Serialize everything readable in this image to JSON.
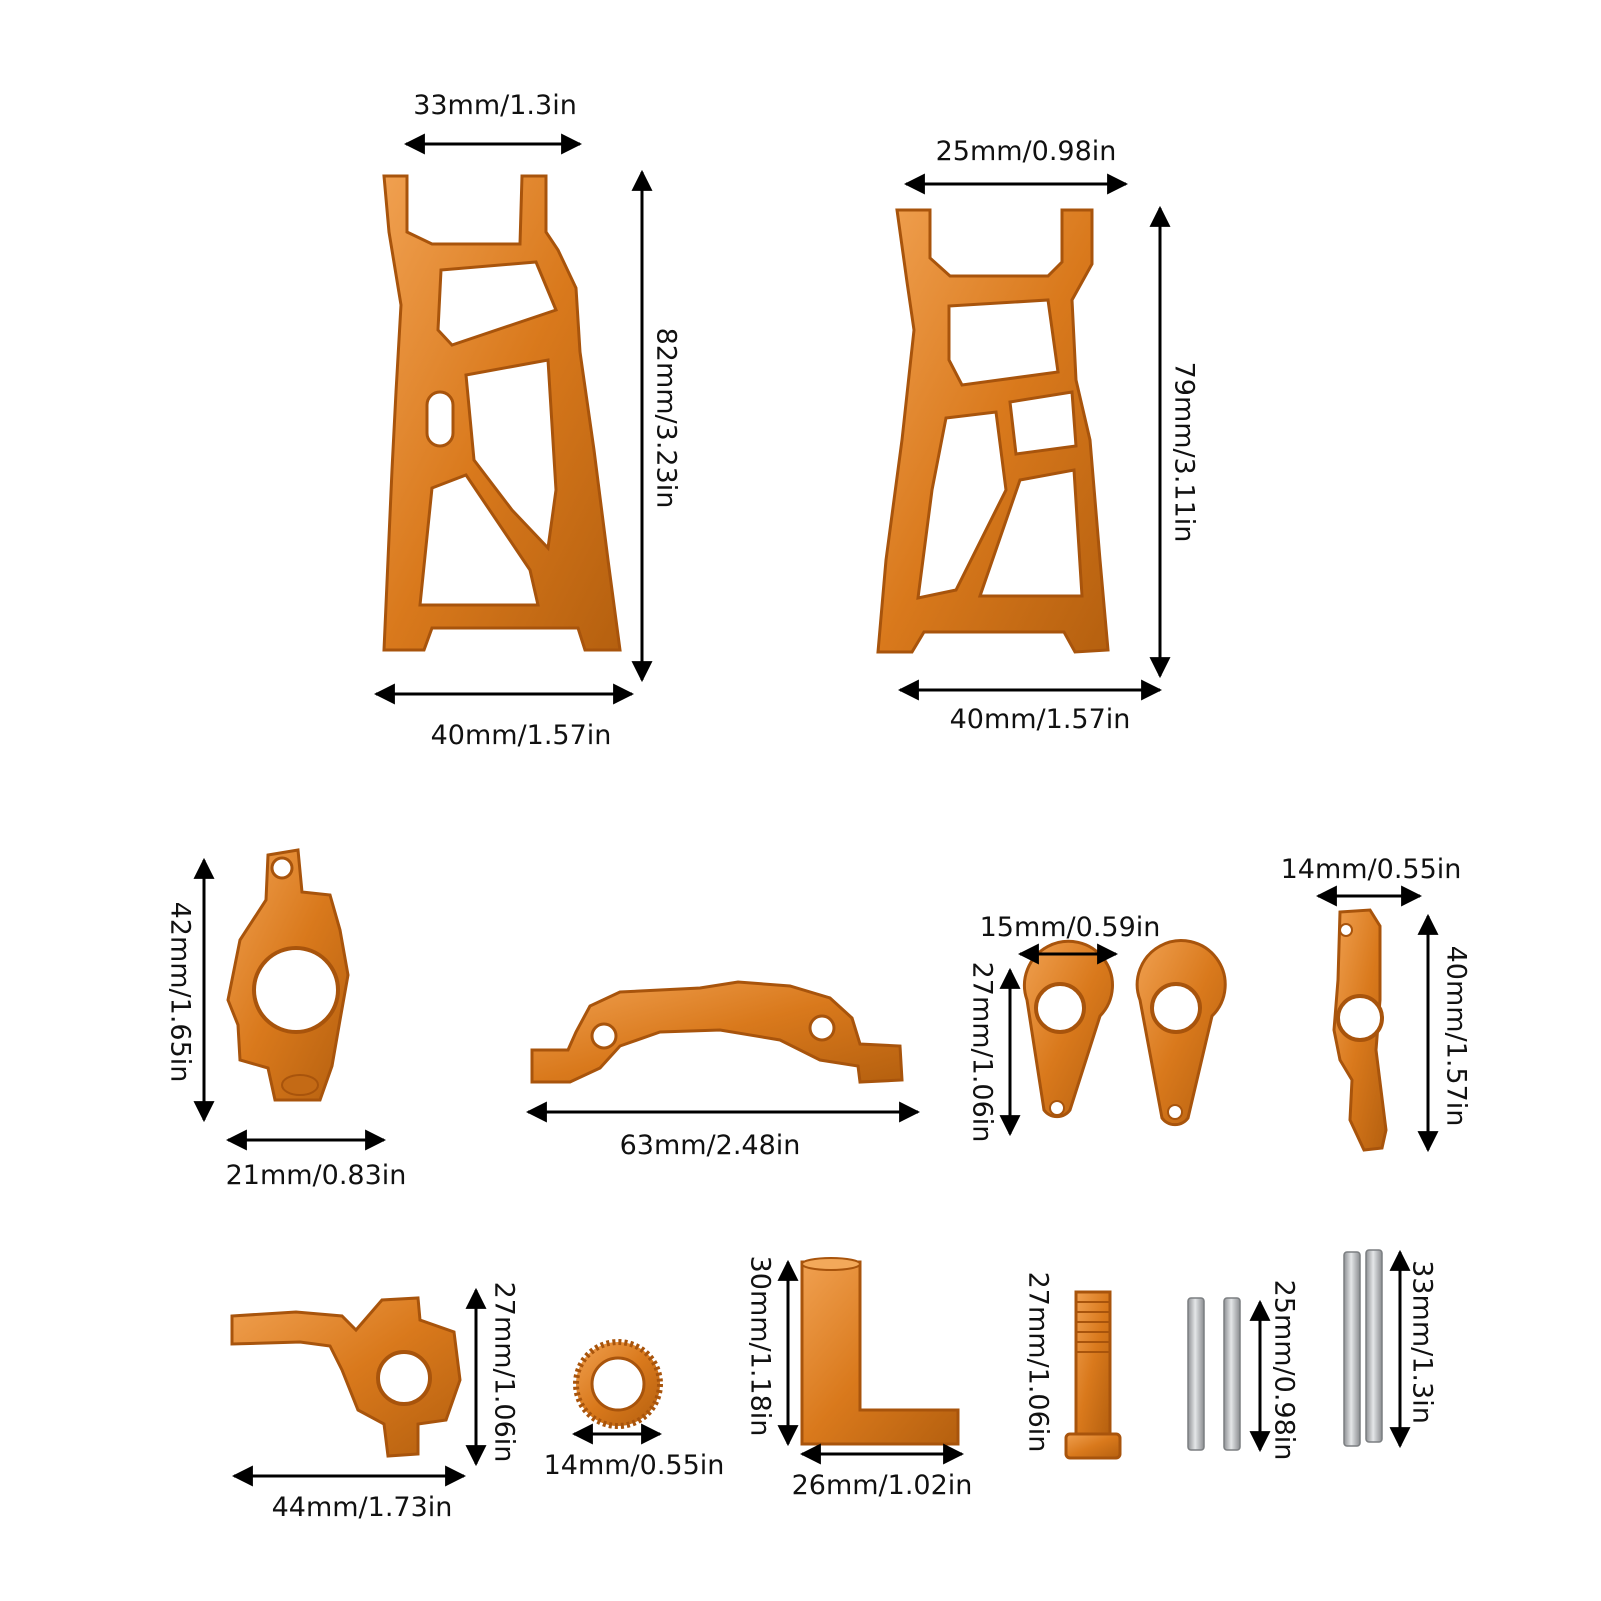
{
  "colors": {
    "part": "#d9791c",
    "part_dark": "#a8540c",
    "part_light": "#f3a95a",
    "steel": "#b9bcbf",
    "arrow": "#000000"
  },
  "labels": {
    "arm1_top": "33mm/1.3in",
    "arm1_bottom": "40mm/1.57in",
    "arm1_height": "82mm/3.23in",
    "arm2_top": "25mm/0.98in",
    "arm2_bottom": "40mm/1.57in",
    "arm2_height": "79mm/3.11in",
    "knuckle_height": "42mm/1.65in",
    "knuckle_width": "21mm/0.83in",
    "bridge_width": "63mm/2.48in",
    "horn_width": "15mm/0.59in",
    "horn_height": "27mm/1.06in",
    "hub_width": "14mm/0.55in",
    "hub_height": "40mm/1.57in",
    "steer_width": "44mm/1.73in",
    "steer_height": "27mm/1.06in",
    "nut_width": "14mm/0.55in",
    "post_height": "30mm/1.18in",
    "post_width": "26mm/1.02in",
    "bolt_height": "27mm/1.06in",
    "pin_short_height": "25mm/0.98in",
    "pin_long_height": "33mm/1.3in"
  }
}
